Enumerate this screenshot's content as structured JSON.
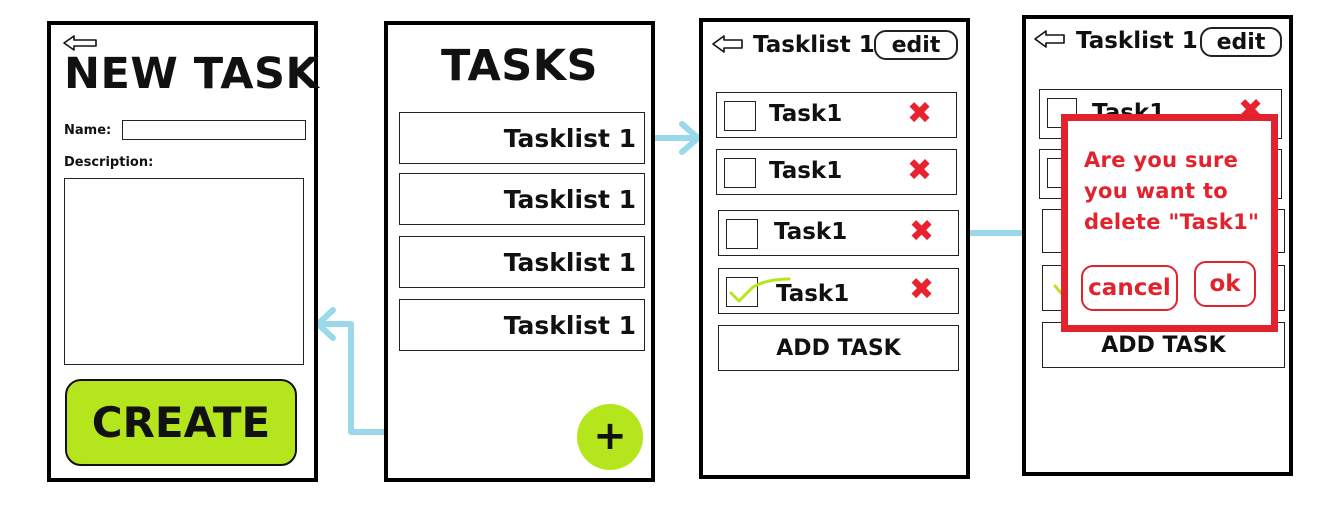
{
  "new_task": {
    "title": "NEW TASK",
    "name_label": "Name:",
    "name_value": "",
    "description_label": "Description:",
    "description_value": "",
    "create_label": "CREATE",
    "create_color": "#b5e61d"
  },
  "tasks": {
    "title": "TASKS",
    "lists": [
      "Tasklist 1",
      "Tasklist 1",
      "Tasklist 1",
      "Tasklist 1"
    ],
    "add_label": "+"
  },
  "tasklist": {
    "title": "Tasklist 1",
    "edit_label": "edit",
    "items": [
      {
        "label": "Task1",
        "checked": false
      },
      {
        "label": "Task1",
        "checked": false
      },
      {
        "label": "Task1",
        "checked": false
      },
      {
        "label": "Task1",
        "checked": true
      }
    ],
    "add_task_label": "ADD TASK"
  },
  "confirm": {
    "title": "Tasklist 1",
    "edit_label": "edit",
    "item_label": "Task1",
    "add_task_label": "ADD TASK",
    "dialog": {
      "line1": "Are you sure",
      "line2": "you want to",
      "line3": "delete \"Task1\"",
      "cancel_label": "cancel",
      "ok_label": "ok"
    }
  },
  "colors": {
    "flow_arrow": "#99d9ea",
    "delete_red": "#e8232f",
    "dialog_red": "#e2222d",
    "check_green": "#b5e61d"
  }
}
